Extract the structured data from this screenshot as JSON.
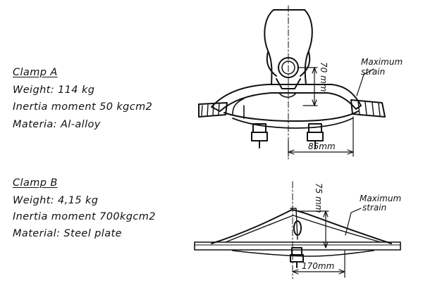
{
  "clamp_a": {
    "title": "Clamp A",
    "weight": "Weight: 114 kg",
    "inertia": "Inertia moment 50 kgcm2",
    "material": "Materia: Al-alloy",
    "dim_vertical": "70 mm",
    "dim_horizontal": "85mm",
    "strain_label_line1": "Maximum",
    "strain_label_line2": "strain"
  },
  "clamp_b": {
    "title": "Clamp B",
    "weight": "Weight: 4,15 kg",
    "inertia": "Inertia moment 700kgcm2",
    "material": "Material: Steel plate",
    "dim_vertical": "75 mm",
    "dim_horizontal": "170mm",
    "strain_label_line1": "Maximum",
    "strain_label_line2": "strain"
  },
  "colors": {
    "ink": "#111111",
    "background": "#ffffff"
  }
}
